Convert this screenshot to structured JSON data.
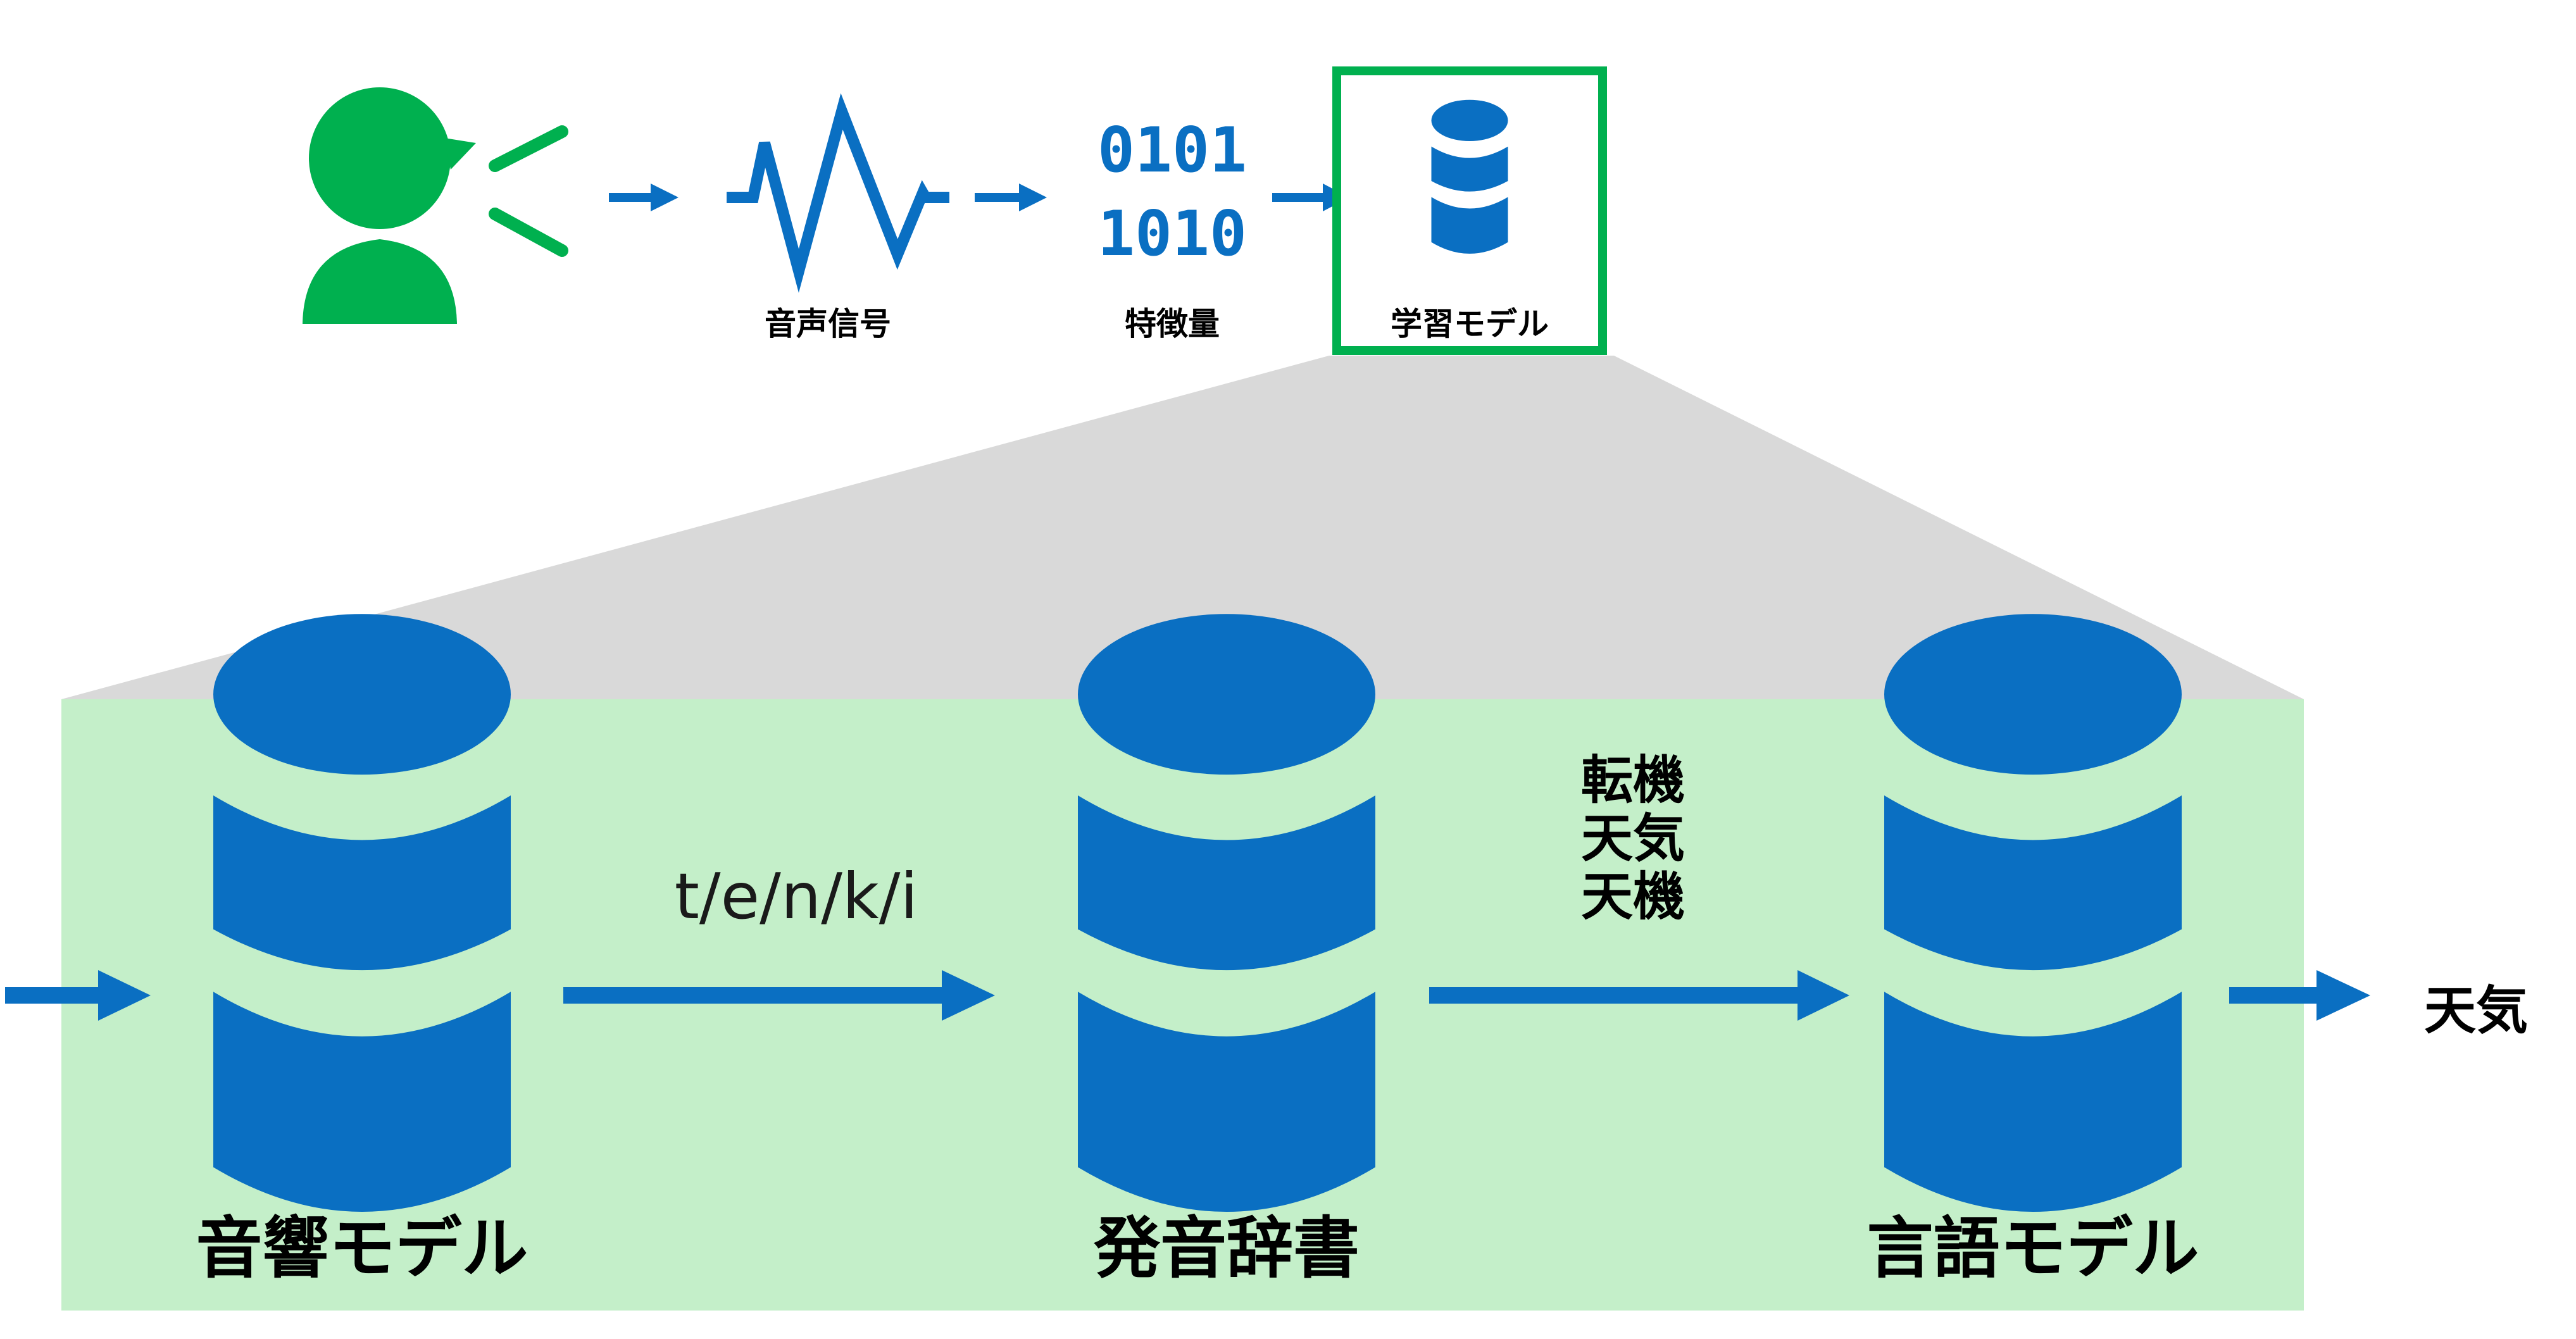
{
  "pipeline": {
    "signal_label": "音声信号",
    "feature_bits": [
      "0101",
      "1010"
    ],
    "feature_label": "特徴量",
    "model_label": "学習モデル"
  },
  "detail": {
    "acoustic_label": "音響モデル",
    "phonemes": "t/e/n/k/i",
    "dictionary_label": "発音辞書",
    "candidates": [
      "転機",
      "天気",
      "天機"
    ],
    "language_label": "言語モデル",
    "result": "天気"
  },
  "colors": {
    "blue": "#0a6fc2",
    "green": "#00b04f",
    "panel": "#c4efc9",
    "funnel": "#d9d9d9"
  },
  "icons": [
    "speaker-icon",
    "waveform-icon",
    "database-icon"
  ]
}
